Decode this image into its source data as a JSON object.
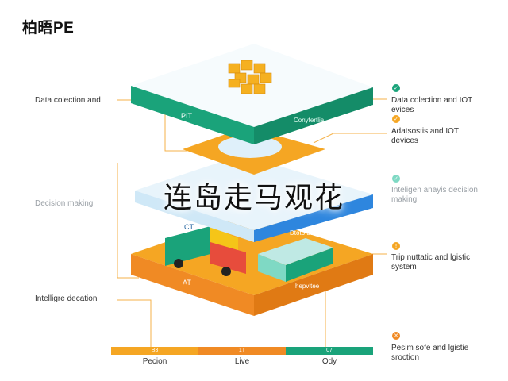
{
  "brand": "柏晤PE",
  "overlay_text": "连岛走马观花",
  "left_labels": {
    "top": "Data colection and",
    "middle": "Decision making",
    "bottom": "Intelligre decation"
  },
  "right_labels": [
    {
      "text": "Data colection and IOT evices",
      "color": "#1aa37a",
      "glyph": "✓"
    },
    {
      "text": "Adatsostis and IOT devices",
      "color": "#f5a623",
      "glyph": "✓"
    },
    {
      "text": "Inteligen anayis decision making",
      "color": "#7fd9c4",
      "glyph": "✓"
    },
    {
      "text": "Trip nuttatic and lgistic system",
      "color": "#f5a623",
      "glyph": "!"
    },
    {
      "text": "Pesim sofe and lgistie sroction",
      "color": "#f08a24",
      "glyph": "✕"
    }
  ],
  "layers": {
    "top_left": "PIT",
    "top_right": "Conyfertlia",
    "blue_left": "CT",
    "blue_right": "Dtotp ductlonf",
    "bottom_left": "AT",
    "bottom_right": "hepvitee"
  },
  "bar": {
    "segments": [
      {
        "num": "B3",
        "label": "Pecion",
        "color": "#f5a623"
      },
      {
        "num": "1T",
        "label": "Live",
        "color": "#f08a24"
      },
      {
        "num": "07",
        "label": "Ody",
        "color": "#1aa37a"
      }
    ]
  },
  "colors": {
    "teal": "#1aa37a",
    "orange": "#f5a623",
    "deep_orange": "#f08a24",
    "blue": "#2e86de",
    "light_blue": "#cfe8f7"
  }
}
